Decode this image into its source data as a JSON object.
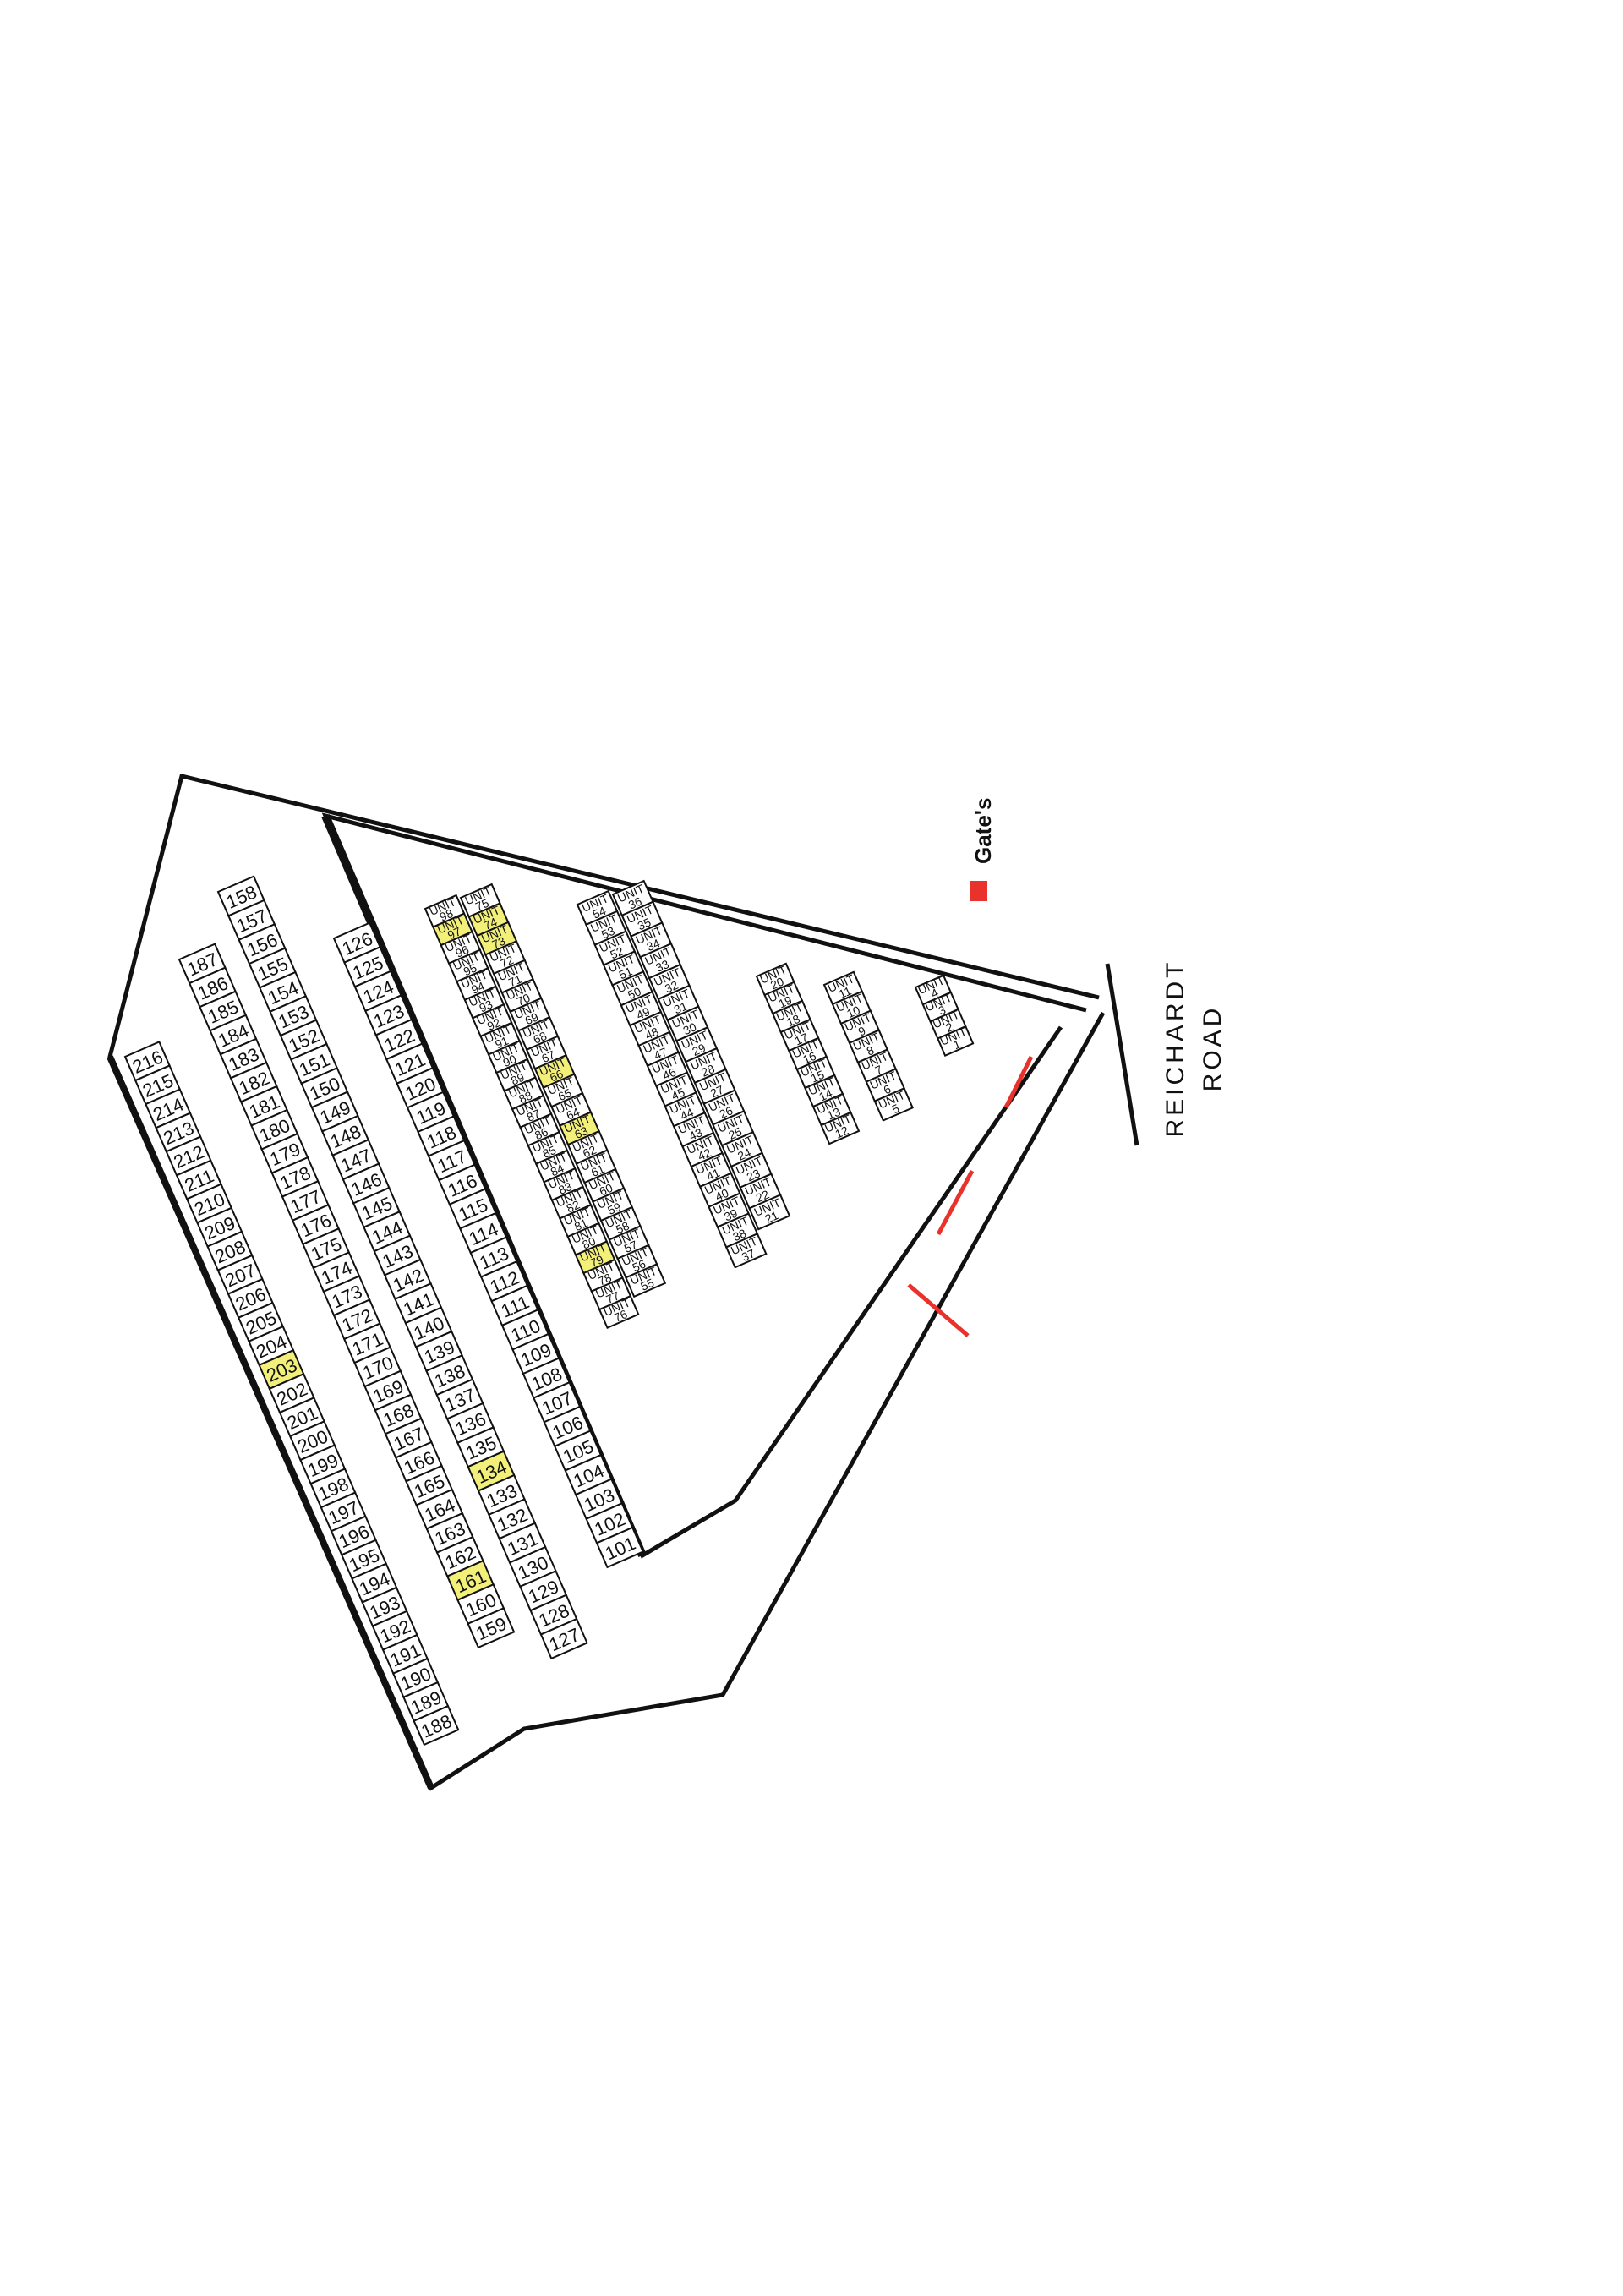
{
  "road_label": [
    "REICHARDT",
    "ROAD"
  ],
  "legend": {
    "label": "Gate's",
    "color": "#e8322b"
  },
  "colors": {
    "line": "#111111",
    "highlight": "#f3f07a",
    "gate": "#e8322b"
  },
  "highlighted_lots": [
    203,
    161,
    134
  ],
  "highlighted_units": [
    97,
    74,
    73,
    66,
    63,
    79
  ],
  "lot_rows": [
    {
      "id": "row-188-216",
      "first": 188,
      "last": 216,
      "double": false
    },
    {
      "id": "row-159-187",
      "first": 159,
      "last": 187,
      "double": true,
      "partner": "row-127-158"
    },
    {
      "id": "row-127-158",
      "first": 127,
      "last": 158,
      "double": true,
      "partner": "row-159-187"
    },
    {
      "id": "row-101-126",
      "first": 101,
      "last": 126,
      "double": false
    }
  ],
  "unit_blocks": [
    {
      "id": "block-a",
      "first": 76,
      "last": 98
    },
    {
      "id": "block-b",
      "first": 55,
      "last": 75
    },
    {
      "id": "block-c",
      "first": 37,
      "last": 54
    },
    {
      "id": "block-d",
      "first": 21,
      "last": 36
    },
    {
      "id": "block-e",
      "first": 12,
      "last": 20
    },
    {
      "id": "block-f",
      "first": 5,
      "last": 11
    },
    {
      "id": "block-g",
      "first": 1,
      "last": 4
    }
  ],
  "unit_word": "UNIT"
}
